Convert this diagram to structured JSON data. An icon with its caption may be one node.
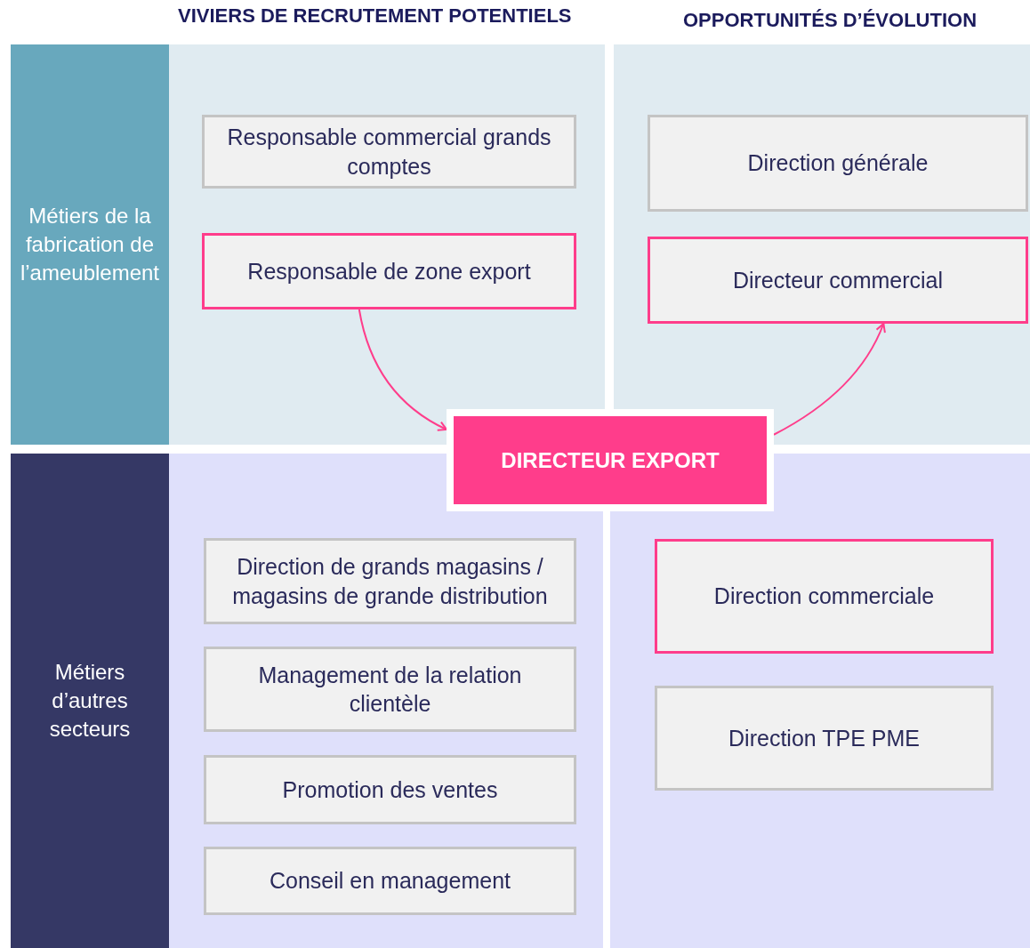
{
  "diagram": {
    "nodes": [
      {
        "text": [
          "Métiers de la fabrication de l’ameublement"
        ]
      },
      {
        "text": [
          "Responsable commercial grands comptes"
        ]
      },
      {
        "text": [
          "Responsable de zone export"
        ]
      },
      {
        "text": [
          "Direction générale"
        ]
      },
      {
        "text": [
          "Directeur commercial"
        ]
      },
      {
        "text": [
          "DIRECTEUR EXPORT"
        ]
      },
      {
        "text": [
          "Métiers d’autres secteurs"
        ]
      },
      {
        "text": [
          "Direction de grands magasins / magasins de grande distribution"
        ]
      },
      {
        "text": [
          "Management de la relation clientèle"
        ]
      },
      {
        "text": [
          "Promotion des ventes"
        ]
      },
      {
        "text": [
          "Conseil en management"
        ]
      },
      {
        "text": [
          "Direction commerciale"
        ]
      },
      {
        "text": [
          "Direction TPE PME"
        ]
      }
    ],
    "edges": [
      {
        "from": 2,
        "to": 5,
        "arrow": "to"
      },
      {
        "from": 5,
        "to": 4,
        "arrow": "to"
      }
    ],
    "labels": [
      "VIVIERS DE RECRUTEMENT POTENTIELS",
      "OPPORTUNITÉS D’ÉVOLUTION"
    ]
  }
}
